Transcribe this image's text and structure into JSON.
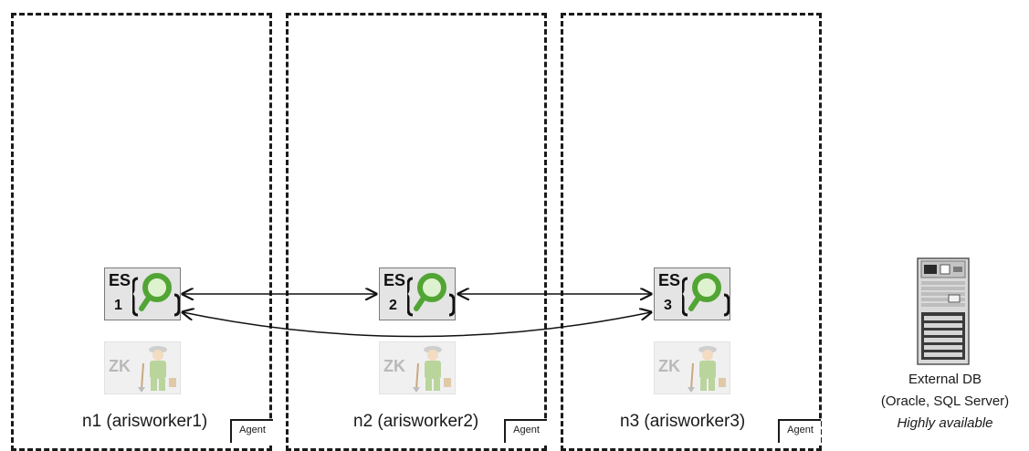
{
  "nodes": [
    {
      "label": "n1 (arisworker1)",
      "agent": "Agent",
      "es_text": "ES",
      "es_num": "1",
      "zk_text": "ZK"
    },
    {
      "label": "n2 (arisworker2)",
      "agent": "Agent",
      "es_text": "ES",
      "es_num": "2",
      "zk_text": "ZK"
    },
    {
      "label": "n3 (arisworker3)",
      "agent": "Agent",
      "es_text": "ES",
      "es_num": "3",
      "zk_text": "ZK"
    }
  ],
  "external_db": {
    "title": "External DB",
    "detail": "(Oracle, SQL Server)",
    "status": "Highly available"
  },
  "icons": {
    "es": "elasticsearch-magnifier-icon",
    "zk": "zookeeper-icon",
    "db": "database-server-icon"
  },
  "colors": {
    "border": "#1a1a1a",
    "es_bg": "#e4e4e4",
    "magnifier": "#52a535",
    "zk_faded": "#b9b9b9"
  }
}
